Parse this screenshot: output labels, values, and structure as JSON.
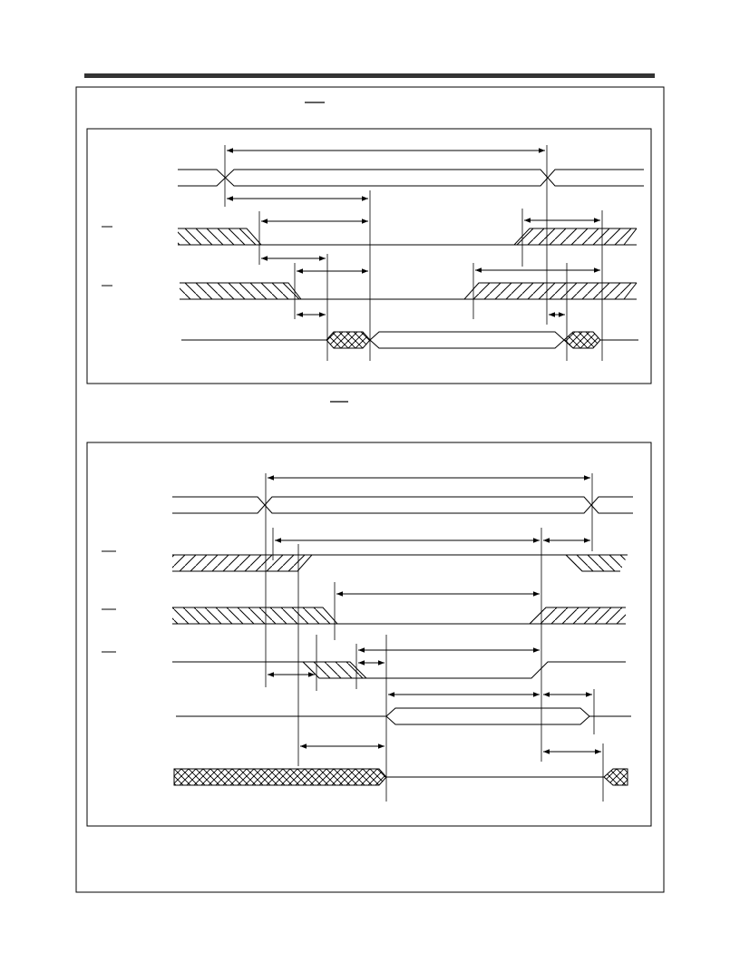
{
  "page": {
    "header_rule_color": "#333333",
    "ink_color": "#000000",
    "background_color": "#ffffff"
  },
  "diagrams": [
    {
      "caption": "",
      "signals": [
        {
          "label": "",
          "kind": "address-bus"
        },
        {
          "label": "",
          "kind": "active-low-control",
          "overbar": true
        },
        {
          "label": "",
          "kind": "active-low-control",
          "overbar": true
        },
        {
          "label": "",
          "kind": "data-out"
        }
      ],
      "timing_params": []
    },
    {
      "caption": "",
      "signals": [
        {
          "label": "",
          "kind": "address-bus"
        },
        {
          "label": "",
          "kind": "active-low-control",
          "overbar": true
        },
        {
          "label": "",
          "kind": "active-low-control",
          "overbar": true
        },
        {
          "label": "",
          "kind": "active-low-control",
          "overbar": true
        },
        {
          "label": "",
          "kind": "data-out"
        },
        {
          "label": "",
          "kind": "data-in"
        }
      ],
      "timing_params": []
    }
  ],
  "footnotes": []
}
